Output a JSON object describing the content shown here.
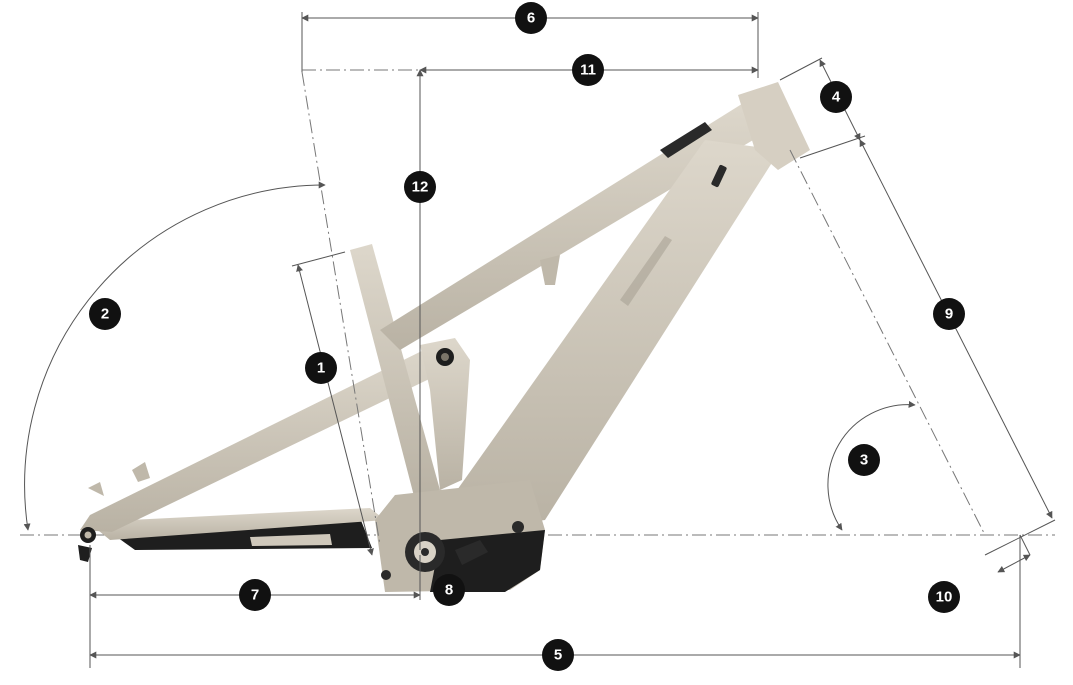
{
  "diagram": {
    "subject": "e-bike frame geometry",
    "labels": [
      "1",
      "2",
      "3",
      "4",
      "5",
      "6",
      "7",
      "8",
      "9",
      "10",
      "11",
      "12"
    ]
  },
  "colors": {
    "frame": "#cfc8bb",
    "frame_shadow": "#a9a294",
    "battery_black": "#1e1e1e",
    "dimension_line": "#555555",
    "badge": "#111111",
    "badge_text": "#ffffff"
  }
}
